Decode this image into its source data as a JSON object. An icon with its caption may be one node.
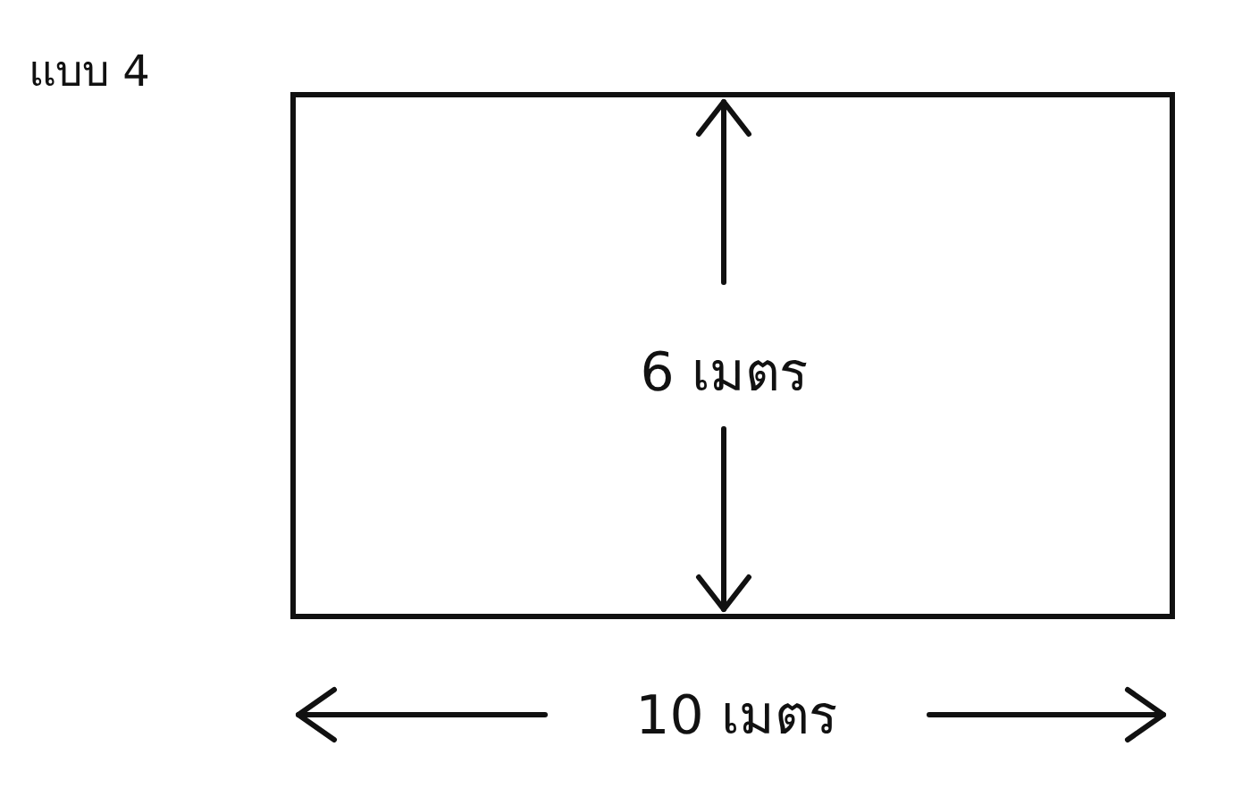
{
  "diagram": {
    "title": "แบบ 4",
    "labels": [
      "6 เมตร",
      "10 เมตร"
    ]
  }
}
